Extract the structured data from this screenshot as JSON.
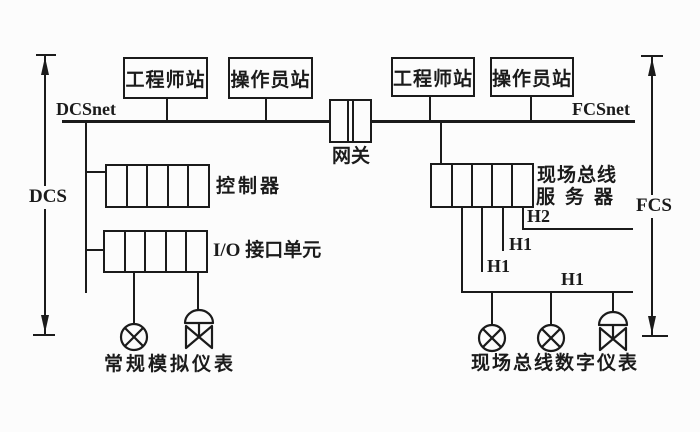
{
  "colors": {
    "ink": "#1b1b1b",
    "paper": "#fcfcfc"
  },
  "dcs": {
    "bracket_label": "DCS",
    "network_label": "DCSnet",
    "engineer_station_label": "工程师站",
    "operator_station_label": "操作员站",
    "controller_label": "控制器",
    "io_unit_label": "I/O 接口单元",
    "instruments_label": "常规模拟仪表"
  },
  "gateway": {
    "label": "网关"
  },
  "fcs": {
    "bracket_label": "FCS",
    "network_label": "FCSnet",
    "engineer_station_label": "工程师站",
    "operator_station_label": "操作员站",
    "server_label_line1": "现场总线",
    "server_label_line2": "服务器",
    "h2_label": "H2",
    "h1_upper_label": "H1",
    "h1_middle_label": "H1",
    "h1_bus_label": "H1",
    "instruments_label": "现场总线数字仪表"
  }
}
